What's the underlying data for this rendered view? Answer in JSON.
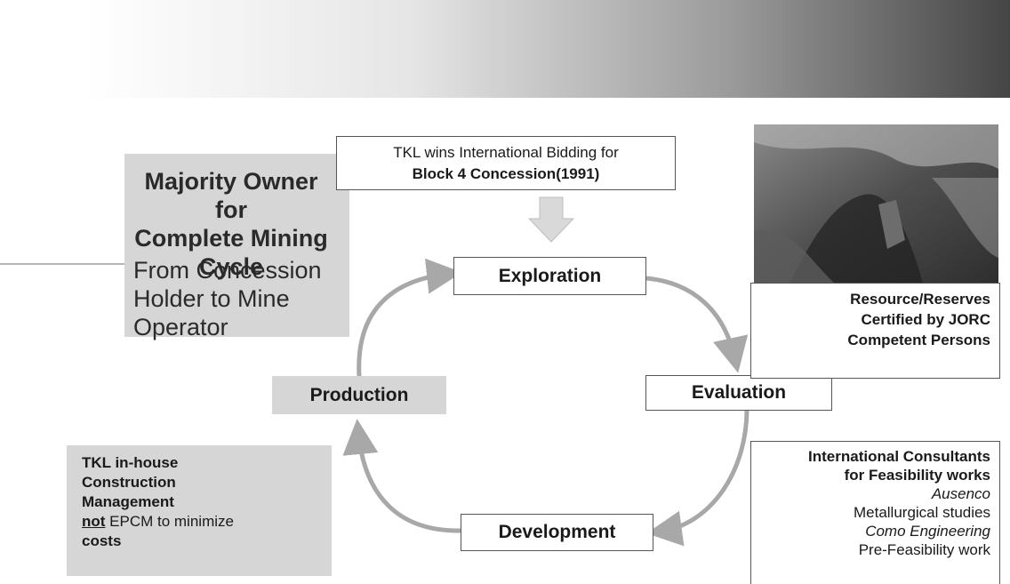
{
  "left_panel": {
    "title_lines": [
      "Majority Owner for",
      "Complete Mining",
      "Cycle"
    ],
    "subtitle_lines": [
      "From Concession",
      "Holder to Mine Operator"
    ]
  },
  "bidding_box": {
    "line1": "TKL wins International Bidding for",
    "line2": "Block 4 Concession(1991)"
  },
  "stages": {
    "exploration": "Exploration",
    "evaluation": "Evaluation",
    "development": "Development",
    "production": "Production"
  },
  "resources_box": {
    "lines": [
      "Resource/Reserves",
      "Certified by JORC",
      "Competent Persons"
    ]
  },
  "consultants_box": {
    "lines": [
      "International Consultants",
      "for Feasibility works",
      "Ausenco",
      "Metallurgical studies",
      "Como Engineering",
      "Pre-Feasibility work"
    ]
  },
  "inhouse_box": {
    "line1": "TKL in-house",
    "line2": "Construction",
    "line3": "Management",
    "line4_underlined": "not",
    "line4_rest": " EPCM to minimize",
    "line5": "costs"
  },
  "colors": {
    "panel_gray": "#d6d6d6",
    "arrow_gray": "#a8a8a8",
    "border": "#555555"
  }
}
